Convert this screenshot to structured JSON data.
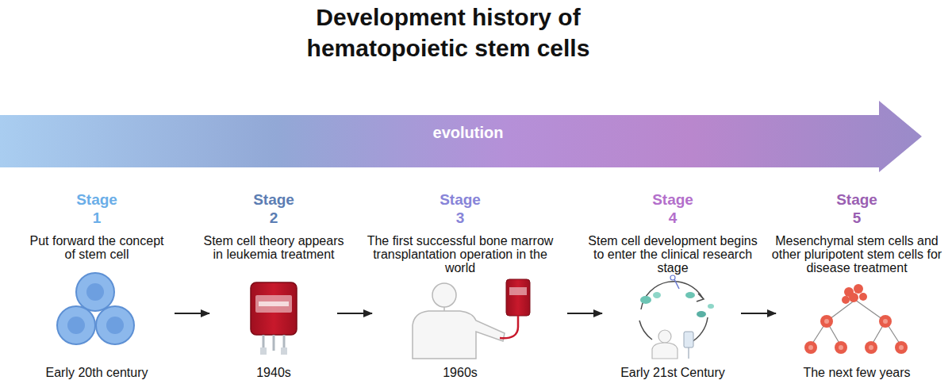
{
  "diagram": {
    "title": "Development history of hematopoietic stem cells",
    "nodes": [
      {
        "text": [
          "evolution"
        ]
      },
      {
        "text": [
          "Stage 1",
          "Put forward the concept of stem cell",
          "Early 20th century"
        ]
      },
      {
        "text": [
          "Stage 2",
          "Stem cell theory appears in leukemia treatment",
          "1940s"
        ]
      },
      {
        "text": [
          "Stage 3",
          "The first successful bone marrow transplantation operation in the world",
          "1960s"
        ]
      },
      {
        "text": [
          "Stage 4",
          "Stem cell development begins to enter the clinical research stage",
          "Early 21st Century"
        ]
      },
      {
        "text": [
          "Stage 5",
          "Mesenchymal stem cells and other pluripotent stem cells for disease treatment",
          "The next few years"
        ]
      }
    ],
    "edges": [
      {
        "from": 1,
        "to": 2,
        "arrow": "to"
      },
      {
        "from": 2,
        "to": 3,
        "arrow": "to"
      },
      {
        "from": 3,
        "to": 4,
        "arrow": "to"
      },
      {
        "from": 4,
        "to": 5,
        "arrow": "to"
      }
    ]
  }
}
